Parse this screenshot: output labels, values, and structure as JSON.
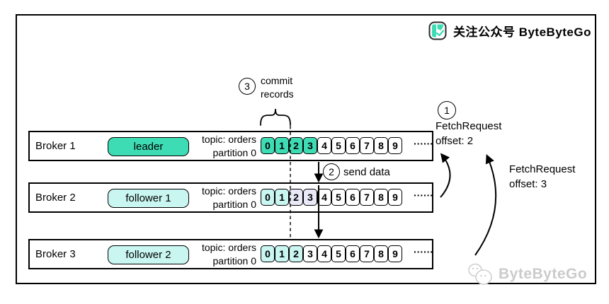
{
  "header": {
    "follow_text": "关注公众号 ByteByteGo"
  },
  "watermark": {
    "brand": "ByteByteGo"
  },
  "colors": {
    "green": "#3edcb4",
    "cyan": "#c9f6f1",
    "lavender": "#e9e9f8",
    "white": "#ffffff"
  },
  "annotations": {
    "step3_num": "3",
    "commit_line1": "commit",
    "commit_line2": "records",
    "step2_num": "2",
    "send_data_label": "send data",
    "step1_num": "1",
    "fetch1_line1": "FetchRequest",
    "fetch1_line2": "offset: 2",
    "fetch2_line1": "FetchRequest",
    "fetch2_line2": "offset: 3"
  },
  "brokers": [
    {
      "name": "Broker 1",
      "role": "leader",
      "role_fill": "green",
      "topic_line1": "topic: orders",
      "topic_line2": "partition 0",
      "ellipsis": "······",
      "cells": [
        {
          "label": "0",
          "fill": "green"
        },
        {
          "label": "1",
          "fill": "green"
        },
        {
          "label": "2",
          "fill": "green"
        },
        {
          "label": "3",
          "fill": "green"
        },
        {
          "label": "4",
          "fill": "white"
        },
        {
          "label": "5",
          "fill": "white"
        },
        {
          "label": "6",
          "fill": "white"
        },
        {
          "label": "7",
          "fill": "white"
        },
        {
          "label": "8",
          "fill": "white"
        },
        {
          "label": "9",
          "fill": "white"
        }
      ]
    },
    {
      "name": "Broker 2",
      "role": "follower 1",
      "role_fill": "cyan",
      "topic_line1": "topic: orders",
      "topic_line2": "partition 0",
      "ellipsis": "······",
      "cells": [
        {
          "label": "0",
          "fill": "cyan"
        },
        {
          "label": "1",
          "fill": "cyan"
        },
        {
          "label": "2",
          "fill": "lavender"
        },
        {
          "label": "3",
          "fill": "lavender"
        },
        {
          "label": "4",
          "fill": "white"
        },
        {
          "label": "5",
          "fill": "white"
        },
        {
          "label": "6",
          "fill": "white"
        },
        {
          "label": "7",
          "fill": "white"
        },
        {
          "label": "8",
          "fill": "white"
        },
        {
          "label": "9",
          "fill": "white"
        }
      ]
    },
    {
      "name": "Broker 3",
      "role": "follower 2",
      "role_fill": "cyan",
      "topic_line1": "topic: orders",
      "topic_line2": "partition 0",
      "ellipsis": "······",
      "cells": [
        {
          "label": "0",
          "fill": "cyan"
        },
        {
          "label": "1",
          "fill": "cyan"
        },
        {
          "label": "2",
          "fill": "cyan"
        },
        {
          "label": "3",
          "fill": "white"
        },
        {
          "label": "4",
          "fill": "white"
        },
        {
          "label": "5",
          "fill": "white"
        },
        {
          "label": "6",
          "fill": "white"
        },
        {
          "label": "7",
          "fill": "white"
        },
        {
          "label": "8",
          "fill": "white"
        },
        {
          "label": "9",
          "fill": "white"
        }
      ]
    }
  ]
}
